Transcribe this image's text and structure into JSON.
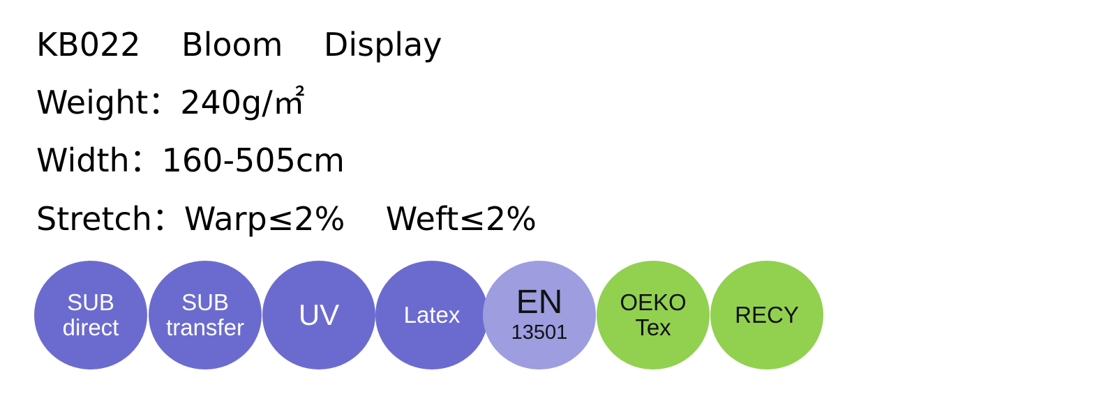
{
  "specs": {
    "title": "KB022    Bloom    Display",
    "weight": "Weight：240g/㎡",
    "width": "Width：160-505cm",
    "stretch": "Stretch：Warp≤2%    Weft≤2%"
  },
  "badges": [
    {
      "line1": "SUB",
      "line2": "direct",
      "color": "#6b6bcf"
    },
    {
      "line1": "SUB",
      "line2": "transfer",
      "color": "#6b6bcf"
    },
    {
      "line1": "UV",
      "line2": "",
      "color": "#6b6bcf"
    },
    {
      "line1": "Latex",
      "line2": "",
      "color": "#6b6bcf"
    },
    {
      "line1": "EN",
      "line2": "13501",
      "color": "#9d9de0"
    },
    {
      "line1": "OEKO",
      "line2": "Tex",
      "color": "#92d050"
    },
    {
      "line1": "RECY",
      "line2": "",
      "color": "#92d050"
    }
  ]
}
